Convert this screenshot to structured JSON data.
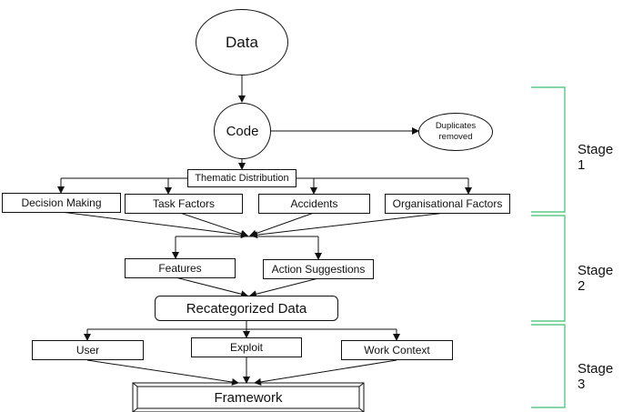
{
  "nodes": {
    "data": "Data",
    "code": "Code",
    "duplicates": "Duplicates removed",
    "thematic": "Thematic Distribution",
    "decision_making": "Decision Making",
    "task_factors": "Task Factors",
    "accidents": "Accidents",
    "organisational_factors": "Organisational Factors",
    "features": "Features",
    "action_suggestions": "Action Suggestions",
    "recategorized": "Recategorized Data",
    "user": "User",
    "exploit": "Exploit",
    "work_context": "Work Context",
    "framework": "Framework"
  },
  "stages": [
    "Stage 1",
    "Stage 2",
    "Stage 3"
  ],
  "colors": {
    "bracket": "#3fbf6f",
    "stroke": "#111111"
  }
}
